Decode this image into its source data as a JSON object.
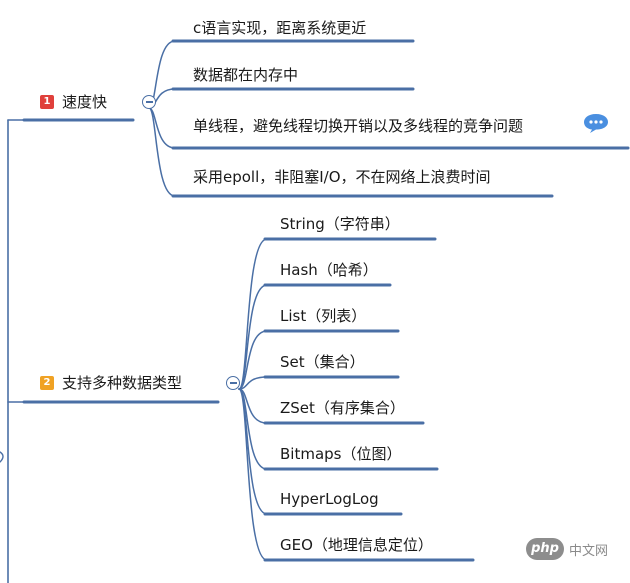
{
  "colors": {
    "line": "#4a6fa5",
    "badge1": "#e0403b",
    "badge2": "#f0a224",
    "note": "#4a8fe0"
  },
  "topics": [
    {
      "badge": "1",
      "label": "速度快",
      "children": [
        "c语言实现，距离系统更近",
        "数据都在内存中",
        "单线程，避免线程切换开销以及多线程的竞争问题",
        "采用epoll，非阻塞I/O，不在网络上浪费时间"
      ]
    },
    {
      "badge": "2",
      "label": "支持多种数据类型",
      "children": [
        "String（字符串）",
        "Hash（哈希）",
        "List（列表）",
        "Set（集合）",
        "ZSet（有序集合）",
        "Bitmaps（位图）",
        "HyperLogLog",
        "GEO（地理信息定位）"
      ]
    }
  ],
  "note_icon": "speech-bubble-icon",
  "watermark": {
    "logo": "php",
    "text": "中文网"
  }
}
